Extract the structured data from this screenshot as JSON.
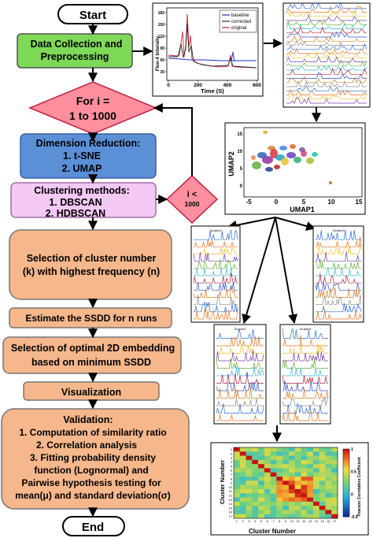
{
  "flow": {
    "start": "Start",
    "data_collection": [
      "Data Collection  and",
      "Preprocessing"
    ],
    "loop": [
      "For i =",
      "1 to 1000"
    ],
    "dimension_reduction": [
      "Dimension Reduction:",
      "1.   t-SNE",
      "2.   UMAP"
    ],
    "clustering": [
      "Clustering methods:",
      "1. DBSCAN",
      "2. HDBSCAN"
    ],
    "condition": [
      "i <",
      "1000"
    ],
    "selection_cluster": [
      "Selection of cluster number",
      "(k) with highest frequency (n)"
    ],
    "estimate_ssdd": "Estimate the SSDD for n runs",
    "selection_embedding": [
      "Selection of optimal 2D embedding",
      "based on minimum SSDD"
    ],
    "visualization": "Visualization",
    "validation": [
      "Validation:",
      "1.     Computation of similarity ratio",
      "2.     Correlation analysis",
      "3.   Fitting probability density",
      "function (Lognormal) and",
      "Pairwise hypothesis testing for",
      "mean(μ) and standard deviation(σ)"
    ],
    "end": "End"
  },
  "trace_plot": {
    "ylabel": "Fluo-4 Intensity",
    "xlabel": "Time (S)",
    "yticks": [
      "180",
      "150",
      "120",
      "90",
      "60",
      "30"
    ],
    "xticks": [
      "0",
      "200",
      "400",
      "600"
    ],
    "legend": [
      "baseline",
      "corrected",
      "original"
    ],
    "colors": {
      "baseline": "#1f2fbf",
      "corrected": "#2a2a2a",
      "original": "#d0202a"
    }
  },
  "umap_plot": {
    "xlabel": "UMAP1",
    "ylabel": "UMAP2",
    "xticks": [
      "-5",
      "0",
      "5",
      "10",
      "15"
    ],
    "yticks": [
      "15",
      "10",
      "5",
      "0"
    ]
  },
  "cluster_panels": [
    "Cluster1",
    "Cluster2",
    "Cluster3",
    "Cluster4"
  ],
  "heatmap": {
    "xlabel": "Cluster Number",
    "ylabel": "Cluster Number",
    "colorbar_label": "Pearson Correlation Coefficient",
    "colorbar_ticks": [
      "1",
      "0.5",
      "0",
      "-0.5"
    ],
    "tick_labels": [
      "1",
      "2",
      "3",
      "4",
      "5",
      "6",
      "7",
      "8",
      "9",
      "10",
      "11",
      "12",
      "13",
      "14",
      "15",
      "16",
      "17"
    ]
  },
  "colors": {
    "green": "#7ed957",
    "pink": "#ff8f9e",
    "blue": "#5b8fd6",
    "lilac": "#f4c8f4",
    "orange": "#f5b78b",
    "pale_orange": "#ffd9b8"
  }
}
